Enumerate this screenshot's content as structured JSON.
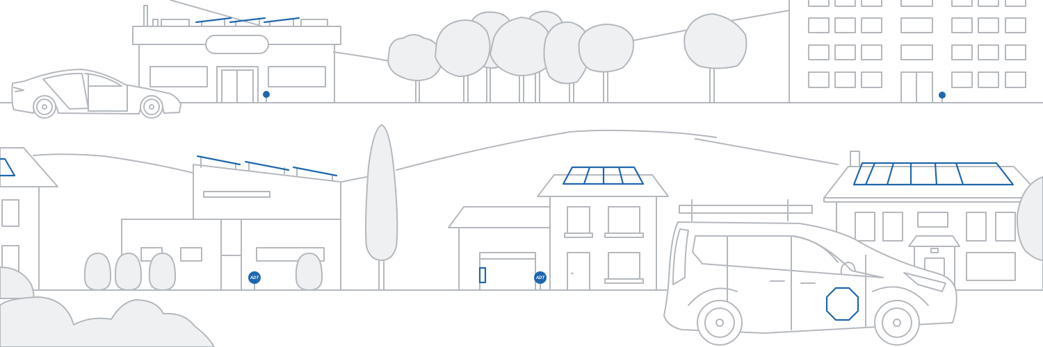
{
  "scene": {
    "title": "Neighborhood street illustration",
    "colors": {
      "line": "#b4b8bd",
      "fill": "#eef0f2",
      "accent": "#1f66ad",
      "background": "#ffffff"
    },
    "signs": [
      {
        "label": "ADT"
      },
      {
        "label": "ADT"
      }
    ]
  }
}
